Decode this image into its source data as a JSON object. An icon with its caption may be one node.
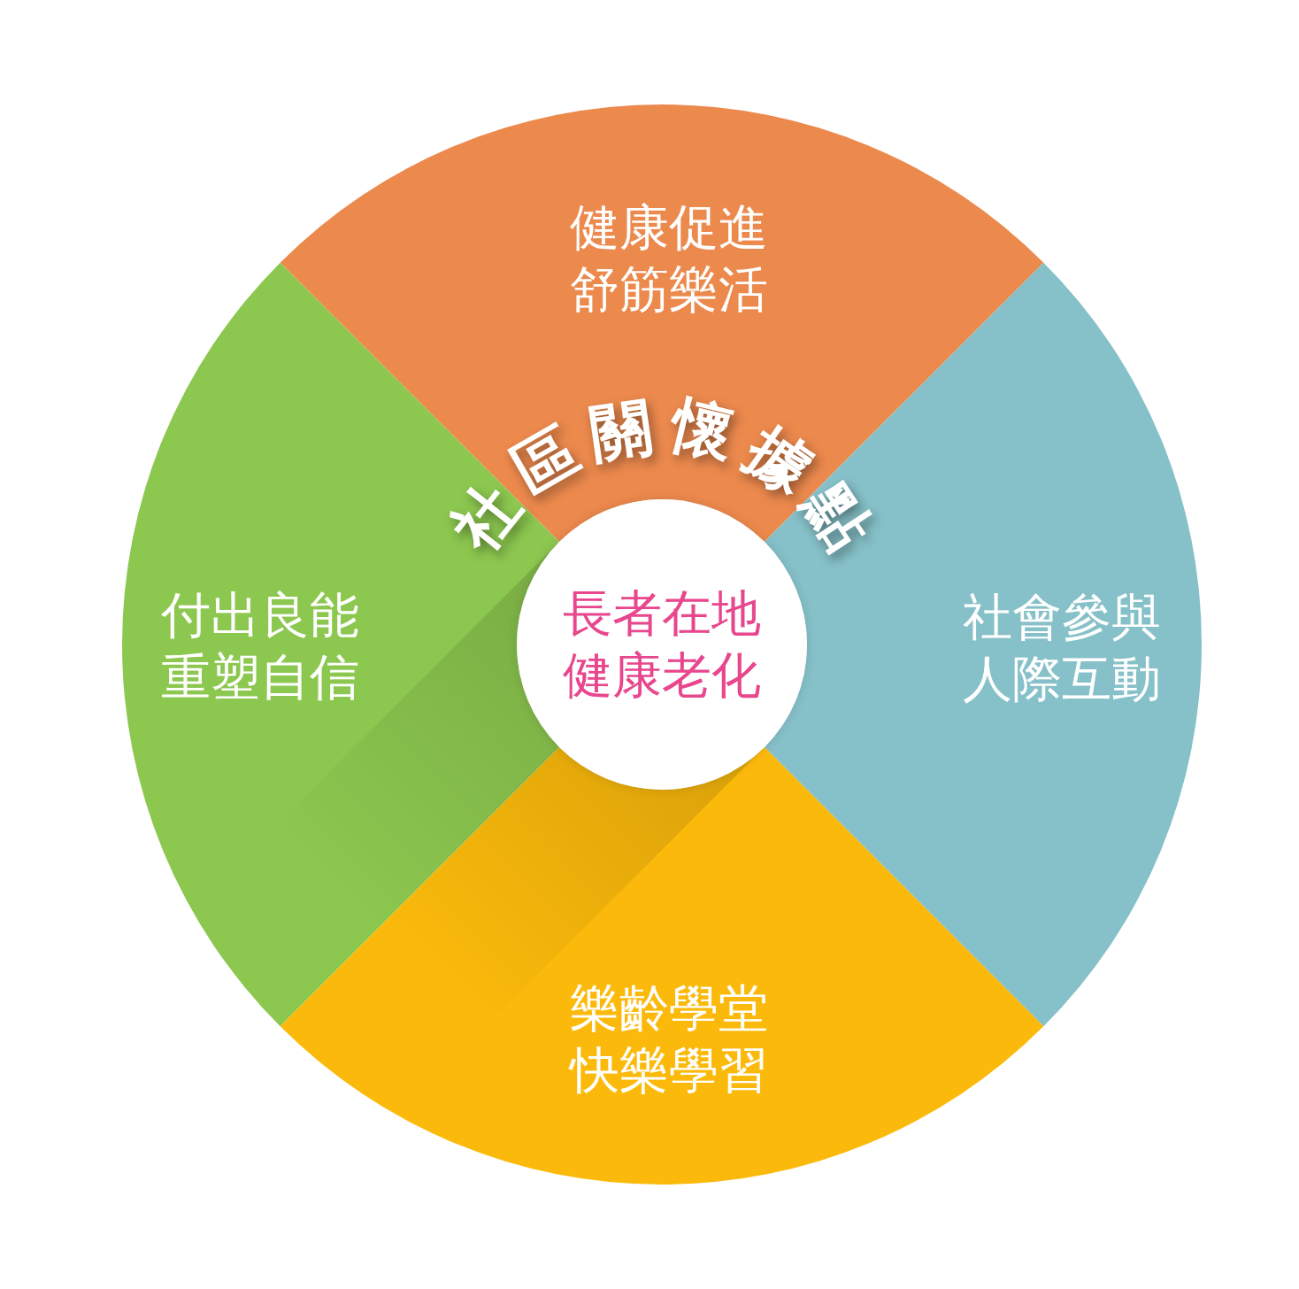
{
  "diagram": {
    "nodes": [
      {
        "text": [
          "健康促進舒筋樂活"
        ]
      },
      {
        "text": [
          "付出良能重塑自信"
        ]
      },
      {
        "text": [
          "長者在地健康老化"
        ]
      },
      {
        "text": [
          "社會參與人際互動"
        ]
      },
      {
        "text": [
          "樂齡學堂快樂學習"
        ]
      }
    ],
    "labels": [
      "社區關懷據點"
    ]
  }
}
